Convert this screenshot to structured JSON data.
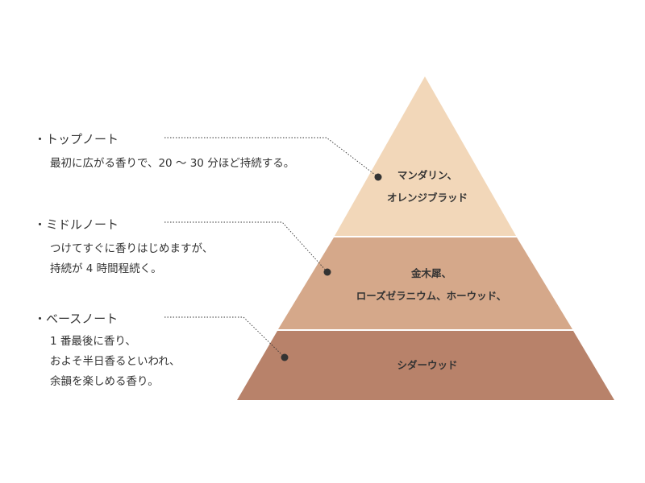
{
  "notes": [
    {
      "heading": "・トップノート",
      "lines": [
        "最初に広がる香りで、20 〜 30 分ほど持続する。"
      ]
    },
    {
      "heading": "・ミドルノート",
      "lines": [
        "つけてすぐに香りはじめますが、",
        "持続が 4 時間程続く。"
      ]
    },
    {
      "heading": "・ベースノート",
      "lines": [
        "1 番最後に香り、",
        "およそ半日香るといわれ、",
        "余韻を楽しめる香り。"
      ]
    }
  ],
  "pyramid": {
    "tiers": [
      {
        "lines": [
          "マンダリン、",
          "オレンジブラッド"
        ],
        "color": "#f2d7b9"
      },
      {
        "lines": [
          "金木犀、",
          "ローズゼラニウム、ホーウッド、"
        ],
        "color": "#d5a88a"
      },
      {
        "lines": [
          "シダーウッド"
        ],
        "color": "#b8826a"
      }
    ]
  },
  "colors": {
    "text": "#333333",
    "connector": "#333333",
    "divider": "#ffffff"
  }
}
